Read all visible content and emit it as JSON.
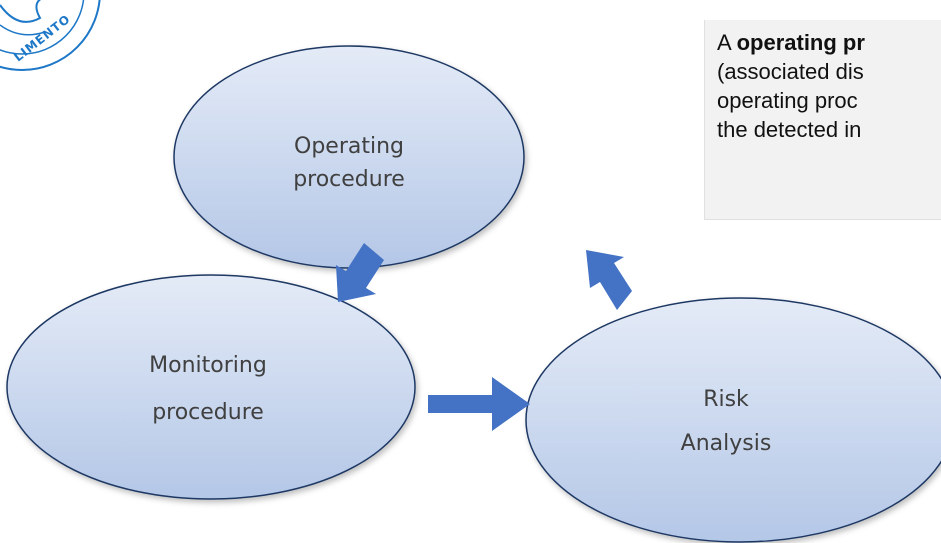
{
  "diagram": {
    "nodes": {
      "operating": {
        "line1": "Operating",
        "line2": "procedure"
      },
      "monitoring": {
        "line1": "Monitoring",
        "line2": "procedure"
      },
      "risk": {
        "line1": "Risk",
        "line2": "Analysis"
      }
    },
    "arrows": [
      {
        "from": "Operating procedure",
        "to": "Monitoring procedure"
      },
      {
        "from": "Monitoring procedure",
        "to": "Risk Analysis"
      },
      {
        "from": "Risk Analysis",
        "to": "Operating procedure"
      }
    ],
    "colors": {
      "ellipse_fill_top": "#e4ebf7",
      "ellipse_fill_bottom": "#b4c7e7",
      "ellipse_stroke": "#1f3864",
      "arrow": "#4472c4",
      "logo": "#1e78c8"
    }
  },
  "logo": {
    "text": "LIMENTO"
  },
  "callout": {
    "prefix": "A ",
    "bold": "operating pr",
    "line2": "(associated dis",
    "line3": "operating proc",
    "line4": "the detected in"
  }
}
